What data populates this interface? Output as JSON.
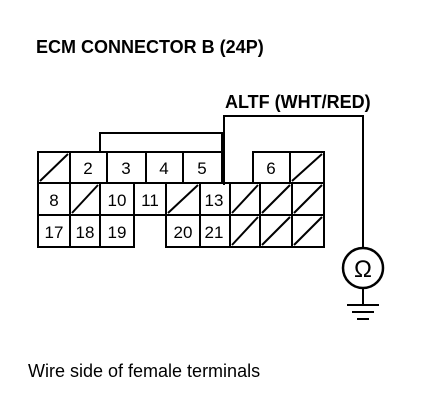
{
  "title": "ECM CONNECTOR B (24P)",
  "wire_label": "ALTF (WHT/RED)",
  "caption": "Wire side of female terminals",
  "meter_symbol": "Ω",
  "pins": {
    "p2": "2",
    "p3": "3",
    "p4": "4",
    "p5": "5",
    "p6": "6",
    "p8": "8",
    "p10": "10",
    "p11": "11",
    "p13": "13",
    "p17": "17",
    "p18": "18",
    "p19": "19",
    "p20": "20",
    "p21": "21"
  }
}
